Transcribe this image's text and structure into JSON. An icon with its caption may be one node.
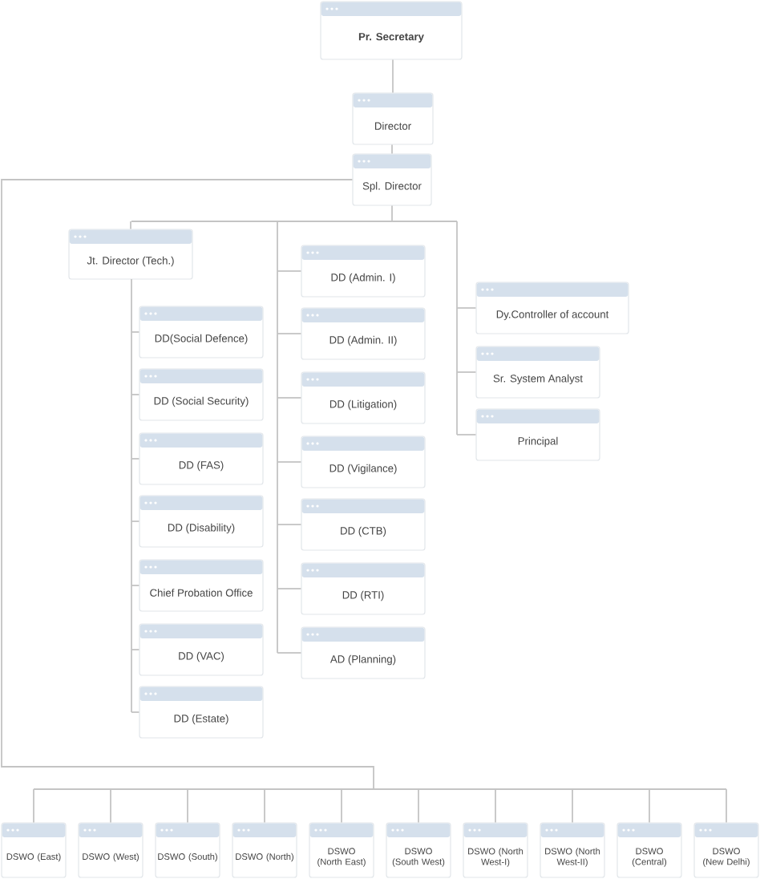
{
  "diagram": {
    "nodes": [
      {
        "text": [
          "Pr. Secretary"
        ]
      },
      {
        "text": [
          "Director"
        ]
      },
      {
        "text": [
          "Spl. Director"
        ]
      },
      {
        "text": [
          "Jt. Director (Tech.)"
        ]
      },
      {
        "text": [
          "DD(Social Defence)"
        ]
      },
      {
        "text": [
          "DD (Social Security)"
        ]
      },
      {
        "text": [
          "DD (FAS)"
        ]
      },
      {
        "text": [
          "DD (Disability)"
        ]
      },
      {
        "text": [
          "Chief Probation Office"
        ]
      },
      {
        "text": [
          "DD (VAC)"
        ]
      },
      {
        "text": [
          "DD (Estate)"
        ]
      },
      {
        "text": [
          "DD (Admin. I)"
        ]
      },
      {
        "text": [
          "DD (Admin. II)"
        ]
      },
      {
        "text": [
          "DD (Litigation)"
        ]
      },
      {
        "text": [
          "DD (Vigilance)"
        ]
      },
      {
        "text": [
          "DD (CTB)"
        ]
      },
      {
        "text": [
          "DD (RTI)"
        ]
      },
      {
        "text": [
          "AD (Planning)"
        ]
      },
      {
        "text": [
          "Dy.Controller of account"
        ]
      },
      {
        "text": [
          "Sr. System Analyst"
        ]
      },
      {
        "text": [
          "Principal"
        ]
      },
      {
        "text": [
          "DSWO (East)"
        ]
      },
      {
        "text": [
          "DSWO (West)"
        ]
      },
      {
        "text": [
          "DSWO (South)"
        ]
      },
      {
        "text": [
          "DSWO (North)"
        ]
      },
      {
        "text": [
          "DSWO (North East)"
        ]
      },
      {
        "text": [
          "DSWO (South West)"
        ]
      },
      {
        "text": [
          "DSWO (North West-I)"
        ]
      },
      {
        "text": [
          "DSWO (North West-II)"
        ]
      },
      {
        "text": [
          "DSWO (Central)"
        ]
      },
      {
        "text": [
          "DSWO (New Delhi)"
        ]
      }
    ],
    "edges": [
      {
        "from": 0,
        "to": 1,
        "arrow": "none"
      },
      {
        "from": 1,
        "to": 2,
        "arrow": "none"
      },
      {
        "from": 2,
        "to": 3,
        "arrow": "none"
      },
      {
        "from": 3,
        "to": 4,
        "arrow": "none"
      },
      {
        "from": 3,
        "to": 5,
        "arrow": "none"
      },
      {
        "from": 3,
        "to": 6,
        "arrow": "none"
      },
      {
        "from": 3,
        "to": 7,
        "arrow": "none"
      },
      {
        "from": 3,
        "to": 8,
        "arrow": "none"
      },
      {
        "from": 3,
        "to": 9,
        "arrow": "none"
      },
      {
        "from": 3,
        "to": 10,
        "arrow": "none"
      },
      {
        "from": 2,
        "to": 11,
        "arrow": "none"
      },
      {
        "from": 2,
        "to": 12,
        "arrow": "none"
      },
      {
        "from": 2,
        "to": 13,
        "arrow": "none"
      },
      {
        "from": 2,
        "to": 14,
        "arrow": "none"
      },
      {
        "from": 2,
        "to": 15,
        "arrow": "none"
      },
      {
        "from": 2,
        "to": 16,
        "arrow": "none"
      },
      {
        "from": 2,
        "to": 17,
        "arrow": "none"
      },
      {
        "from": 2,
        "to": 18,
        "arrow": "none"
      },
      {
        "from": 2,
        "to": 19,
        "arrow": "none"
      },
      {
        "from": 2,
        "to": 20,
        "arrow": "none"
      },
      {
        "from": 2,
        "to": 21,
        "arrow": "none"
      },
      {
        "from": 2,
        "to": 22,
        "arrow": "none"
      },
      {
        "from": 2,
        "to": 23,
        "arrow": "none"
      },
      {
        "from": 2,
        "to": 24,
        "arrow": "none"
      },
      {
        "from": 2,
        "to": 25,
        "arrow": "none"
      },
      {
        "from": 2,
        "to": 26,
        "arrow": "none"
      },
      {
        "from": 2,
        "to": 27,
        "arrow": "none"
      },
      {
        "from": 2,
        "to": 28,
        "arrow": "none"
      },
      {
        "from": 2,
        "to": 29,
        "arrow": "none"
      },
      {
        "from": 2,
        "to": 30,
        "arrow": "none"
      }
    ]
  }
}
